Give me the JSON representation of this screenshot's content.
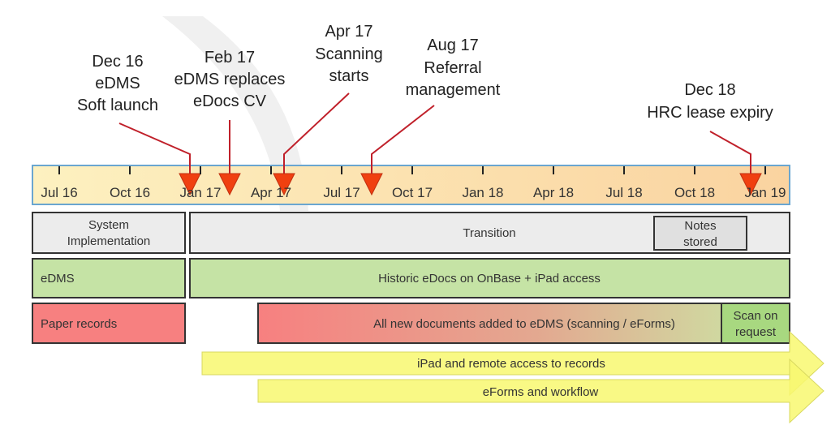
{
  "milestones": [
    {
      "lines": [
        "Dec 16",
        "eDMS",
        "Soft launch"
      ]
    },
    {
      "lines": [
        "Feb 17",
        "eDMS replaces",
        "eDocs CV"
      ]
    },
    {
      "lines": [
        "Apr 17",
        "Scanning",
        "starts"
      ]
    },
    {
      "lines": [
        "Aug 17",
        "Referral",
        "management"
      ]
    },
    {
      "lines": [
        "Dec 18",
        "HRC lease expiry"
      ]
    }
  ],
  "axis_ticks": [
    "Jul 16",
    "Oct 16",
    "Jan 17",
    "Apr 17",
    "Jul 17",
    "Oct 17",
    "Jan 18",
    "Apr 18",
    "Jul 18",
    "Oct 18",
    "Jan 19"
  ],
  "rows": {
    "system_implementation": [
      "System",
      "Implementation"
    ],
    "transition": "Transition",
    "notes_stored": [
      "Notes",
      "stored"
    ],
    "edms": "eDMS",
    "historic": "Historic eDocs on OnBase + iPad access",
    "paper_records": "Paper records",
    "new_documents": "All new documents added to eDMS (scanning / eForms)",
    "scan_on_request": [
      "Scan on",
      "request"
    ],
    "ipad_access": "iPad and remote access to records",
    "eforms": "eForms and workflow"
  },
  "colors": {
    "marker": "#f04010",
    "line": "#c0202a",
    "green": "#c5e3a5",
    "gray": "#ececec",
    "red": "#f88080",
    "yellow": "#f8f870"
  }
}
